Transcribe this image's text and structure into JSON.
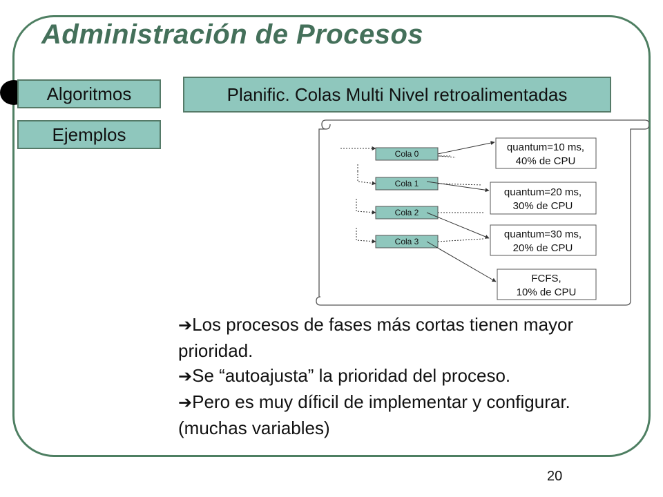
{
  "title": "Administración de Procesos",
  "nav": {
    "items": [
      {
        "label": "Algoritmos"
      },
      {
        "label": "Ejemplos"
      }
    ]
  },
  "section_title": "Planific. Colas Multi Nivel retroalimentadas",
  "diagram": {
    "queues": [
      {
        "label": "Cola 0",
        "quantum_line1": "quantum=10 ms,",
        "quantum_line2": "40% de CPU"
      },
      {
        "label": "Cola 1",
        "quantum_line1": "quantum=20 ms,",
        "quantum_line2": "30% de CPU"
      },
      {
        "label": "Cola 2",
        "quantum_line1": "quantum=30 ms,",
        "quantum_line2": "20% de CPU"
      },
      {
        "label": "Cola 3",
        "quantum_line1": "FCFS,",
        "quantum_line2": "10% de CPU"
      }
    ]
  },
  "bullets": [
    {
      "arrow": "➔",
      "text": "Los procesos de fases más cortas tienen mayor prioridad."
    },
    {
      "arrow": "➔",
      "text": "Se “autoajusta” la prioridad del proceso."
    },
    {
      "arrow": "➔",
      "text": "Pero es muy díficil de implementar y configurar. (muchas variables)"
    }
  ],
  "page_number": "20",
  "colors": {
    "accent": "#4e7f62",
    "button_fill": "#8fc7bd",
    "queue_fill": "#8fc7bd"
  }
}
